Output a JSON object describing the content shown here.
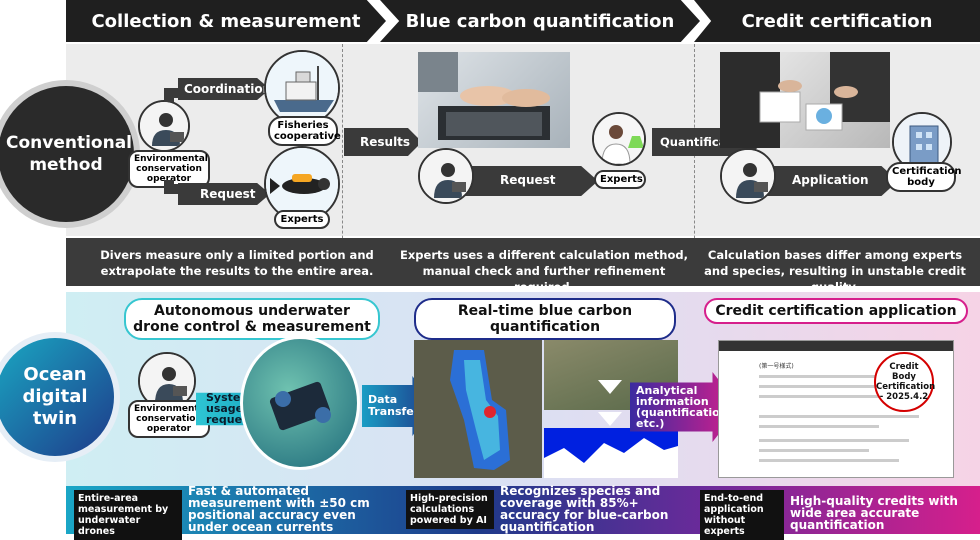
{
  "header": {
    "col1": "Collection & measurement",
    "col2": "Blue carbon quantification",
    "col3": "Credit certification"
  },
  "conventional": {
    "circle": "Conventional method",
    "operator": "Environmental conservation operator",
    "coordination": "Coordination",
    "request": "Request",
    "fisheries": "Fisheries cooperative",
    "experts": "Experts",
    "results": "Results",
    "request2": "Request",
    "experts2": "Experts",
    "quantification": "Quantification",
    "application": "Application",
    "cert_body": "Certification body",
    "desc1": "Divers measure only a limited portion and extrapolate the results to the entire area.",
    "desc2": "Experts uses a different calculation method, manual check and further refinement required.",
    "desc3": "Calculation bases differ among experts and species, resulting in unstable credit quality."
  },
  "digital": {
    "circle": "Ocean digital twin",
    "title1": "Autonomous underwater drone control & measurement",
    "title2": "Real-time blue carbon quantification",
    "title3": "Credit certification application",
    "operator": "Environmental conservation operator",
    "system_request": "System usage request",
    "data_transfer": "Data Transfer",
    "analytical": "Analytical information (quantification etc.)",
    "stamp": "Credit Body Certification - 2025.4.2",
    "doc_title": "(第一号様式)",
    "label1": "Entire-area measurement by underwater drones",
    "text1": "Fast & automated measurement with ±50 cm positional accuracy even under ocean currents",
    "label2": "High-precision calculations powered by AI",
    "text2": "Recognizes species and coverage with 85%+ accuracy for blue-carbon quantification",
    "label3": "End-to-end application without experts",
    "text3": "High-quality credits with wide area accurate quantification"
  },
  "colors": {
    "dark": "#1f1f1f",
    "gray_band": "#ececec",
    "teal": "#29b8c8",
    "navy": "#1e3a8a",
    "magenta": "#d61f8c"
  }
}
